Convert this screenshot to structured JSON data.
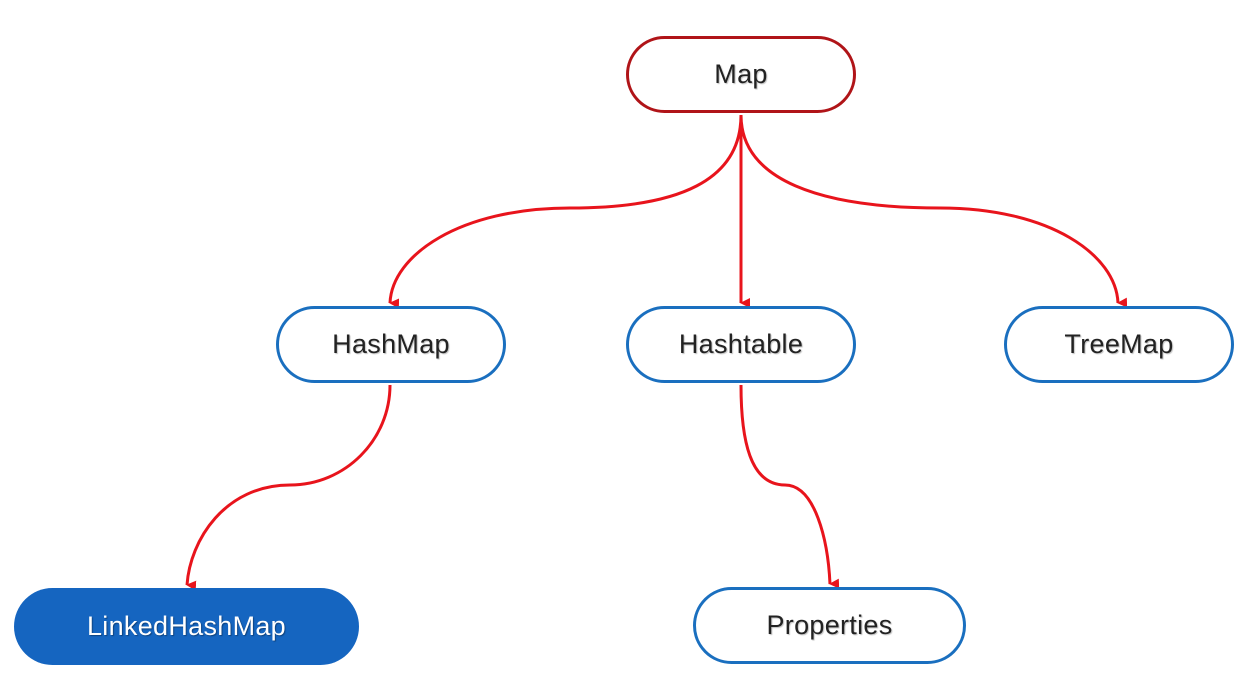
{
  "diagram": {
    "colors": {
      "edge": "#e8141c",
      "root_border": "#b01418",
      "node_border": "#1a6fbf",
      "filled_node": "#1565c0"
    },
    "nodes": {
      "map": "Map",
      "hashmap": "HashMap",
      "hashtable": "Hashtable",
      "treemap": "TreeMap",
      "linkedhashmap": "LinkedHashMap",
      "properties": "Properties"
    },
    "edges": [
      {
        "from": "Map",
        "to": "HashMap"
      },
      {
        "from": "Map",
        "to": "Hashtable"
      },
      {
        "from": "Map",
        "to": "TreeMap"
      },
      {
        "from": "HashMap",
        "to": "LinkedHashMap"
      },
      {
        "from": "Hashtable",
        "to": "Properties"
      }
    ]
  }
}
